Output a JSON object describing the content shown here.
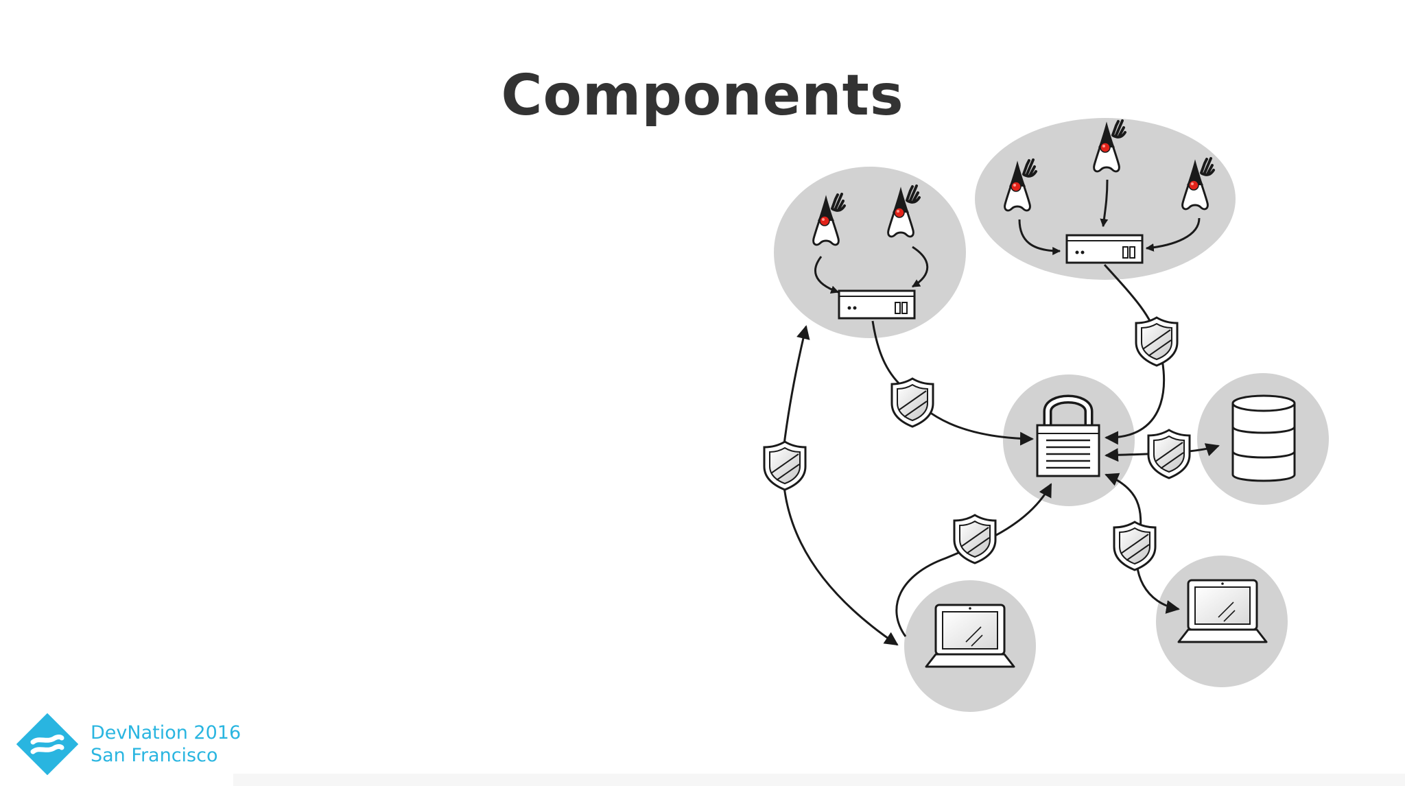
{
  "slide": {
    "title": "Components"
  },
  "diagram": {
    "nodes": [
      {
        "id": "cluster-a",
        "icon": "app-server-icon",
        "members": [
          "duke-icon",
          "duke-icon"
        ]
      },
      {
        "id": "cluster-b",
        "icon": "app-server-icon",
        "members": [
          "duke-icon",
          "duke-icon",
          "duke-icon"
        ]
      },
      {
        "id": "auth-server",
        "icon": "padlock-icon"
      },
      {
        "id": "database",
        "icon": "database-icon"
      },
      {
        "id": "client-laptop-1",
        "icon": "laptop-icon"
      },
      {
        "id": "client-laptop-2",
        "icon": "laptop-icon"
      }
    ],
    "edges": [
      {
        "from": "cluster-a",
        "to": "auth-server",
        "secured": true
      },
      {
        "from": "cluster-b",
        "to": "auth-server",
        "secured": true
      },
      {
        "from": "auth-server",
        "to": "database",
        "secured": true
      },
      {
        "from": "client-laptop-1",
        "to": "auth-server",
        "secured": true
      },
      {
        "from": "auth-server",
        "to": "client-laptop-2",
        "secured": true
      },
      {
        "from": "client-laptop-1",
        "to": "cluster-a",
        "secured": true
      }
    ],
    "shield_icon": "shield-icon",
    "colors": {
      "bubble": "#d2d2d2",
      "stroke": "#1a1a1a",
      "duke_nose": "#e2231a"
    }
  },
  "footer": {
    "line1": "DevNation 2016",
    "line2": "San Francisco",
    "color": "#29b5e0",
    "logo_icon": "devnation-logo-icon"
  }
}
